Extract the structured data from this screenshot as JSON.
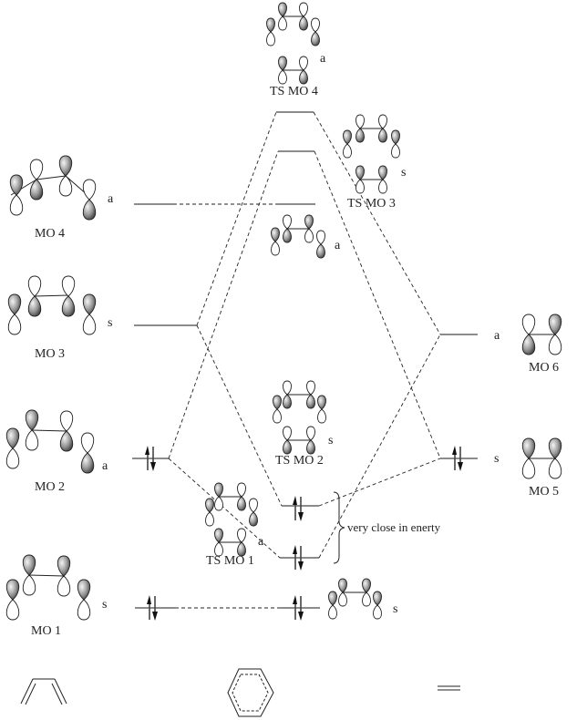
{
  "diagram": {
    "type": "MO correlation diagram",
    "reactants_left": "butadiene",
    "product_center": "cyclic transition state",
    "reactant_right": "ethylene",
    "left_orbitals": [
      {
        "id": "mo4",
        "label": "MO 4",
        "symmetry": "a",
        "electrons": 0
      },
      {
        "id": "mo3",
        "label": "MO 3",
        "symmetry": "s",
        "electrons": 0
      },
      {
        "id": "mo2",
        "label": "MO 2",
        "symmetry": "a",
        "electrons": 2
      },
      {
        "id": "mo1",
        "label": "MO 1",
        "symmetry": "s",
        "electrons": 2
      }
    ],
    "right_orbitals": [
      {
        "id": "mo6",
        "label": "MO 6",
        "symmetry": "a",
        "electrons": 0
      },
      {
        "id": "mo5",
        "label": "MO 5",
        "symmetry": "s",
        "electrons": 2
      }
    ],
    "center_orbitals": [
      {
        "id": "tsmo4",
        "label": "TS MO 4",
        "symmetry": "a",
        "electrons": 0
      },
      {
        "id": "tsmo3",
        "label": "TS MO 3",
        "symmetry": "s",
        "electrons": 0
      },
      {
        "id": "tsmoa",
        "label": "",
        "symmetry": "a",
        "electrons": 0
      },
      {
        "id": "tsmo2",
        "label": "TS MO 2",
        "symmetry": "s",
        "electrons": 2
      },
      {
        "id": "tsmo1",
        "label": "TS MO 1",
        "symmetry": "a",
        "electrons": 2
      },
      {
        "id": "tsmo0",
        "label": "",
        "symmetry": "s",
        "electrons": 2
      }
    ],
    "annotation": "very close in enerty",
    "sym_a": "a",
    "sym_s": "s"
  }
}
